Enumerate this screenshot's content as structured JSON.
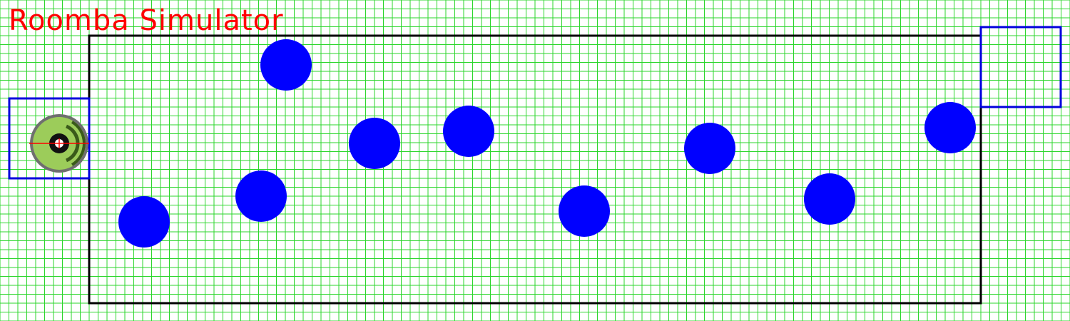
{
  "app": {
    "title": "Roomba Simulator"
  },
  "colors": {
    "background": "#ffffff",
    "grid": "#2bd62b",
    "title": "#ff0000",
    "arena_border": "#000000",
    "zone_border": "#0000dd",
    "obstacle": "#0000ff",
    "roomba_body": "#9ccc5a",
    "roomba_rim": "#6f6f6f",
    "roomba_center": "#111111",
    "crosshair": "#ff0000"
  },
  "scene": {
    "robot": {
      "icon": "roomba-robot-icon"
    },
    "obstacles": [
      {
        "id": 1
      },
      {
        "id": 2
      },
      {
        "id": 3
      },
      {
        "id": 4
      },
      {
        "id": 5
      },
      {
        "id": 6
      },
      {
        "id": 7
      },
      {
        "id": 8
      },
      {
        "id": 9
      },
      {
        "id": 10
      }
    ]
  }
}
